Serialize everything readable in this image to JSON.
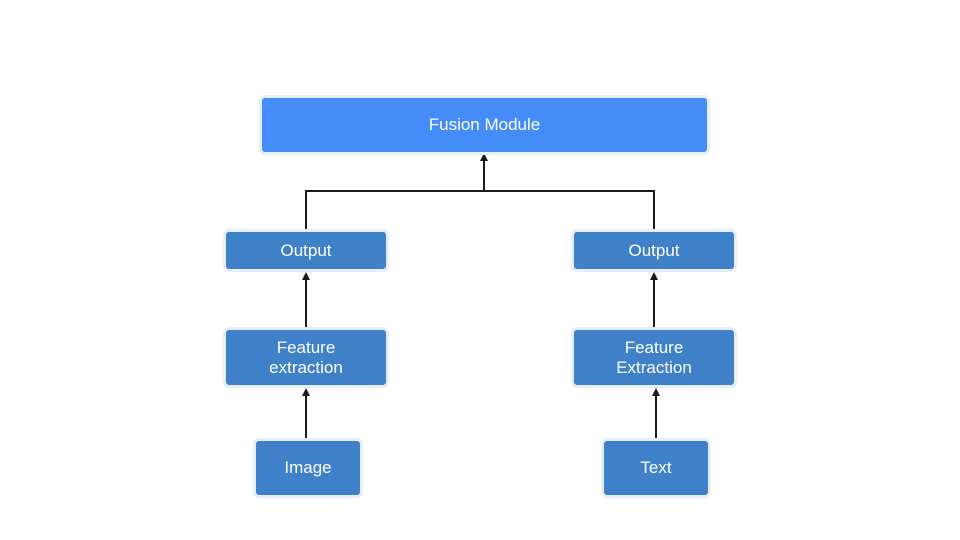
{
  "colors": {
    "fusion_fill": "#448cf8",
    "node_fill": "#3e81c9",
    "node_border": "#e6eef8",
    "connector": "#1a1a1a",
    "background": "#ffffff"
  },
  "nodes": {
    "fusion": "Fusion Module",
    "left_output": "Output",
    "right_output": "Output",
    "left_feature": "Feature\nextraction",
    "right_feature": "Feature\nExtraction",
    "image_input": "Image",
    "text_input": "Text"
  }
}
